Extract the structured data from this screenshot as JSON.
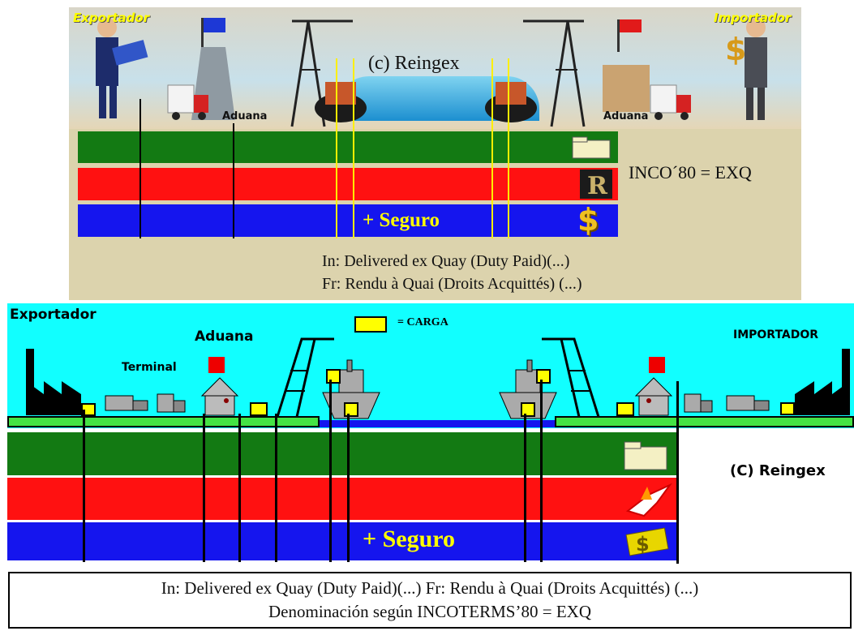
{
  "top": {
    "exporter_label": "Exportador",
    "importer_label": "Importador",
    "watermark": "(c) Reingex",
    "customs_left": "Aduana",
    "customs_right": "Aduana",
    "incoterm_label": "INCO´80 = EXQ",
    "insurance_label": "+ Seguro",
    "caption_en": "In: Delivered ex Quay (Duty Paid)(...)",
    "caption_fr": "Fr: Rendu à Quai (Droits Acquittés) (...)"
  },
  "bottom": {
    "exporter_label": "Exportador",
    "importer_label": "IMPORTADOR",
    "customs_label": "Aduana",
    "terminal_label": "Terminal",
    "cargo_legend": "= CARGA",
    "copyright": "(C) Reingex",
    "insurance_label": "+ Seguro",
    "caption_line1": "In: Delivered ex Quay (Duty Paid)(...) Fr: Rendu à Quai (Droits Acquittés) (...)",
    "caption_line2": "Denominación según INCOTERMS’80 = EXQ"
  },
  "colors": {
    "documents_bar": "#137a13",
    "risk_bar": "#ff1111",
    "cost_bar": "#1515ee",
    "sea": "#11ffff",
    "cargo": "#ffff00",
    "label_yellow": "#ffff00"
  },
  "icons": [
    "folder-icon",
    "risk-r-icon",
    "dollar-icon",
    "factory-icon",
    "truck-icon",
    "customs-house-icon",
    "crane-icon",
    "ship-icon",
    "broken-plane-icon",
    "dollar-bill-icon"
  ]
}
